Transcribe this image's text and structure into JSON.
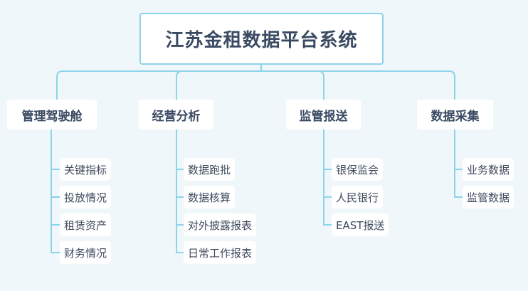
{
  "root": {
    "title": "江苏金租数据平台系统"
  },
  "branches": [
    {
      "label": "管理驾驶舱",
      "leaves": [
        "关键指标",
        "投放情况",
        "租赁资产",
        "财务情况"
      ]
    },
    {
      "label": "经营分析",
      "leaves": [
        "数据跑批",
        "数据核算",
        "对外披露报表",
        "日常工作报表"
      ]
    },
    {
      "label": "监管报送",
      "leaves": [
        "银保监会",
        "人民银行",
        "EAST报送"
      ]
    },
    {
      "label": "数据采集",
      "leaves": [
        "业务数据",
        "监管数据"
      ]
    }
  ],
  "colors": {
    "background": "#f0f7fa",
    "connector": "#8dd3ea",
    "text": "#3a4a63"
  }
}
